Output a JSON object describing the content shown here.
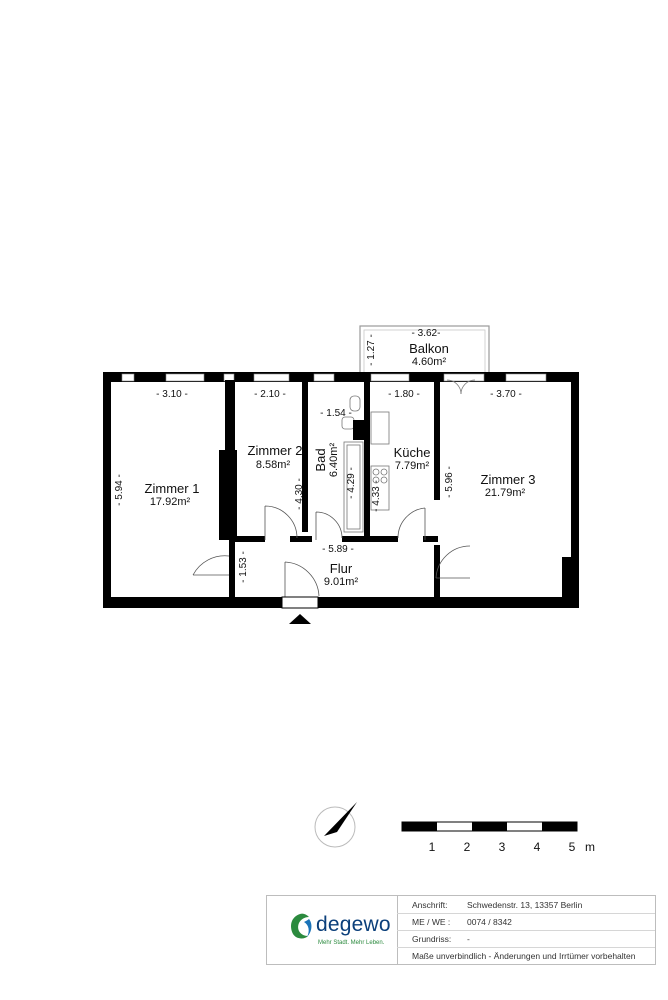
{
  "rooms": [
    {
      "name": "Zimmer 1",
      "area": "17.92m²"
    },
    {
      "name": "Zimmer 2",
      "area": "8.58m²"
    },
    {
      "name": "Bad",
      "area": "6.40m²"
    },
    {
      "name": "Küche",
      "area": "7.79m²"
    },
    {
      "name": "Zimmer 3",
      "area": "21.79m²"
    },
    {
      "name": "Flur",
      "area": "9.01m²"
    },
    {
      "name": "Balkon",
      "area": "4.60m²"
    }
  ],
  "dimensions": {
    "zimmer1_width": "- 3.10 -",
    "zimmer1_depth": "- 5.94 -",
    "zimmer2_width": "- 2.10 -",
    "zimmer2_depth": "- 4.30 -",
    "bad_width": "- 1.54 -",
    "bad_depth": "- 4.29 -",
    "kueche_width": "- 1.80 -",
    "kueche_depth": "- 4.33 -",
    "zimmer3_width": "- 3.70 -",
    "zimmer3_depth": "- 5.96 -",
    "flur_width": "- 5.89 -",
    "flur_depth": "- 1.53 -",
    "balkon_width": "- 3.62-",
    "balkon_depth": "- 1.27 -"
  },
  "scale": {
    "labels": [
      "1",
      "2",
      "3",
      "4",
      "5"
    ],
    "unit": "m"
  },
  "info": {
    "logo_text": "degewo",
    "logo_slogan": "Mehr Stadt. Mehr Leben.",
    "address_label": "Anschrift:",
    "address_value": "Schwedenstr. 13, 13357 Berlin",
    "id_label": "ME / WE :",
    "id_value": "0074 / 8342",
    "plan_label": "Grundriss:",
    "plan_value": "-",
    "disclaimer": "Maße unverbindlich - Änderungen und Irrtümer vorbehalten"
  },
  "colors": {
    "wall": "#000000",
    "logo_blue": "#0b3f7a",
    "logo_green": "#2b8a3e"
  }
}
